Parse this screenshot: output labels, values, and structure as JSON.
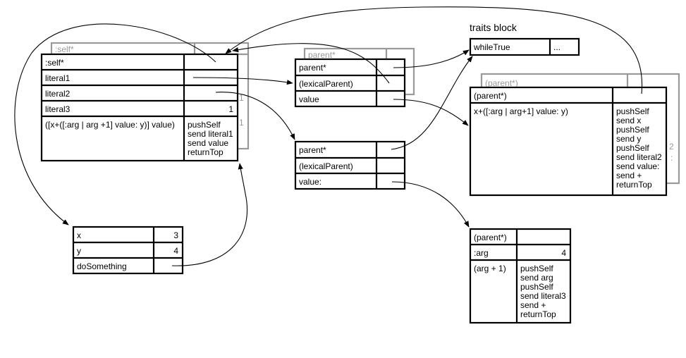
{
  "traits_title": "traits block",
  "traits": {
    "slot": "whileTrue",
    "value": "..."
  },
  "method": {
    "shadow_label": ":self*",
    "shadow_numbers": [
      "1",
      "1"
    ],
    "slots": [
      {
        "name": ":self*",
        "value": ""
      },
      {
        "name": "literal1",
        "value": ""
      },
      {
        "name": "literal2",
        "value": ""
      },
      {
        "name": "literal3",
        "value": "1"
      }
    ],
    "source": "([x+([:arg | arg +1] value: y)] value)",
    "bytecodes": [
      "pushSelf",
      "send literal1",
      "send value",
      "returnTop"
    ]
  },
  "context": {
    "slots": [
      {
        "name": "x",
        "value": "3"
      },
      {
        "name": "y",
        "value": "4"
      },
      {
        "name": "doSomething",
        "value": ""
      }
    ]
  },
  "outer_block": {
    "shadow_label": "parent*",
    "slots": [
      {
        "name": "parent*",
        "value": ""
      },
      {
        "name": "(lexicalParent)",
        "value": ""
      },
      {
        "name": "value",
        "value": ""
      }
    ]
  },
  "inner_block": {
    "slots": [
      {
        "name": "parent*",
        "value": ""
      },
      {
        "name": "(lexicalParent)",
        "value": ""
      },
      {
        "name": "value:",
        "value": ""
      }
    ]
  },
  "outer_method": {
    "shadow_label": "(parent*)",
    "shadow_numbers": [
      "2",
      ":"
    ],
    "parent": "(parent*)",
    "source": "x+([:arg | arg+1] value: y)",
    "bytecodes": [
      "pushSelf",
      "send x",
      "pushSelf",
      "send y",
      "pushSelf",
      "send literal2",
      "send value:",
      "send +",
      "returnTop"
    ]
  },
  "inner_method": {
    "parent": "(parent*)",
    "arg_name": ":arg",
    "arg_value": "4",
    "source": "(arg + 1)",
    "bytecodes": [
      "pushSelf",
      "send arg",
      "pushSelf",
      "send literal3",
      "send +",
      "returnTop"
    ]
  }
}
